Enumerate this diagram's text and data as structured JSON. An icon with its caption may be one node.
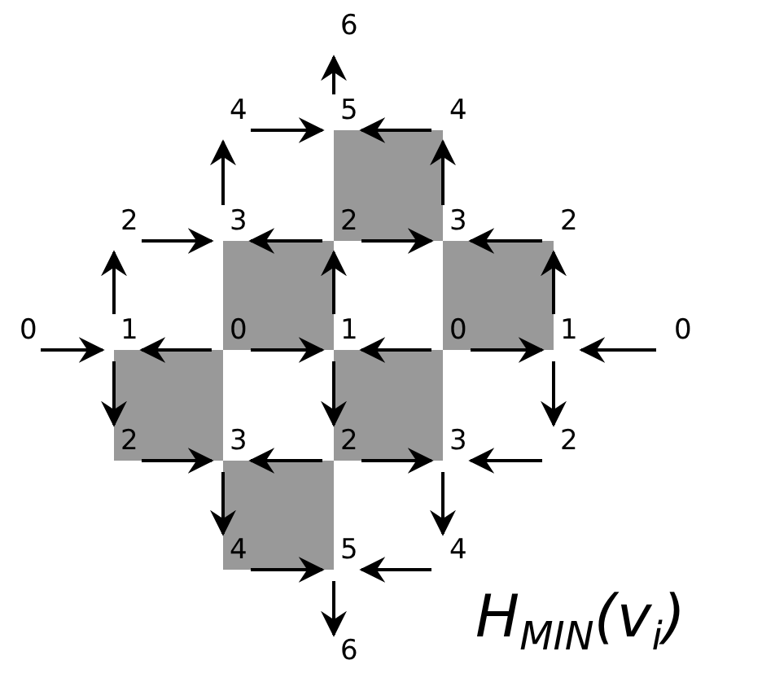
{
  "diagram": {
    "nodes": [
      {
        "text": [
          "6"
        ]
      },
      {
        "text": [
          "4"
        ]
      },
      {
        "text": [
          "5"
        ]
      },
      {
        "text": [
          "4"
        ]
      },
      {
        "text": [
          "2"
        ]
      },
      {
        "text": [
          "3"
        ]
      },
      {
        "text": [
          "2"
        ]
      },
      {
        "text": [
          "3"
        ]
      },
      {
        "text": [
          "2"
        ]
      },
      {
        "text": [
          "0"
        ]
      },
      {
        "text": [
          "1"
        ]
      },
      {
        "text": [
          "0"
        ]
      },
      {
        "text": [
          "1"
        ]
      },
      {
        "text": [
          "0"
        ]
      },
      {
        "text": [
          "1"
        ]
      },
      {
        "text": [
          "0"
        ]
      },
      {
        "text": [
          "2"
        ]
      },
      {
        "text": [
          "3"
        ]
      },
      {
        "text": [
          "2"
        ]
      },
      {
        "text": [
          "3"
        ]
      },
      {
        "text": [
          "2"
        ]
      },
      {
        "text": [
          "4"
        ]
      },
      {
        "text": [
          "5"
        ]
      },
      {
        "text": [
          "4"
        ]
      },
      {
        "text": [
          "6"
        ]
      }
    ],
    "edges": [
      {
        "from": 2,
        "to": 0,
        "arrow": "to"
      },
      {
        "from": 1,
        "to": 2,
        "arrow": "to"
      },
      {
        "from": 3,
        "to": 2,
        "arrow": "to"
      },
      {
        "from": 5,
        "to": 1,
        "arrow": "to"
      },
      {
        "from": 7,
        "to": 3,
        "arrow": "to"
      },
      {
        "from": 4,
        "to": 5,
        "arrow": "to"
      },
      {
        "from": 6,
        "to": 5,
        "arrow": "to"
      },
      {
        "from": 6,
        "to": 7,
        "arrow": "to"
      },
      {
        "from": 8,
        "to": 7,
        "arrow": "to"
      },
      {
        "from": 10,
        "to": 4,
        "arrow": "to"
      },
      {
        "from": 12,
        "to": 6,
        "arrow": "to"
      },
      {
        "from": 14,
        "to": 8,
        "arrow": "to"
      },
      {
        "from": 9,
        "to": 10,
        "arrow": "to"
      },
      {
        "from": 11,
        "to": 10,
        "arrow": "to"
      },
      {
        "from": 11,
        "to": 12,
        "arrow": "to"
      },
      {
        "from": 13,
        "to": 12,
        "arrow": "to"
      },
      {
        "from": 13,
        "to": 14,
        "arrow": "to"
      },
      {
        "from": 15,
        "to": 14,
        "arrow": "to"
      },
      {
        "from": 10,
        "to": 16,
        "arrow": "to"
      },
      {
        "from": 12,
        "to": 18,
        "arrow": "to"
      },
      {
        "from": 14,
        "to": 20,
        "arrow": "to"
      },
      {
        "from": 16,
        "to": 17,
        "arrow": "to"
      },
      {
        "from": 18,
        "to": 17,
        "arrow": "to"
      },
      {
        "from": 18,
        "to": 19,
        "arrow": "to"
      },
      {
        "from": 20,
        "to": 19,
        "arrow": "to"
      },
      {
        "from": 17,
        "to": 21,
        "arrow": "to"
      },
      {
        "from": 19,
        "to": 23,
        "arrow": "to"
      },
      {
        "from": 21,
        "to": 22,
        "arrow": "to"
      },
      {
        "from": 23,
        "to": 22,
        "arrow": "to"
      },
      {
        "from": 22,
        "to": 24,
        "arrow": "to"
      }
    ],
    "labels": [
      "H$_{MIN}$(v$_{i}$)"
    ]
  }
}
